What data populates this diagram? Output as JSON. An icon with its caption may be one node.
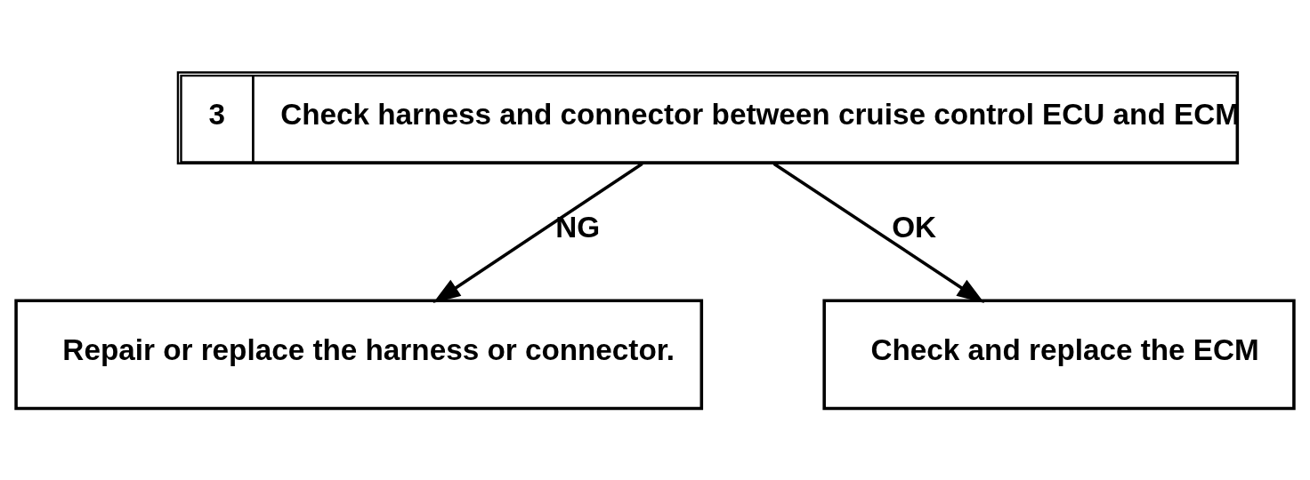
{
  "diagram": {
    "nodes": [
      {
        "text": [
          "3",
          "Check harness and connector between cruise control ECU and ECM"
        ]
      },
      {
        "text": [
          "Repair or replace the harness or connector."
        ]
      },
      {
        "text": [
          "Check and replace the ECM"
        ]
      }
    ],
    "edges": [
      {
        "from": 0,
        "to": 1,
        "arrow": "to",
        "label": "NG"
      },
      {
        "from": 0,
        "to": 2,
        "arrow": "to",
        "label": "OK"
      }
    ]
  }
}
